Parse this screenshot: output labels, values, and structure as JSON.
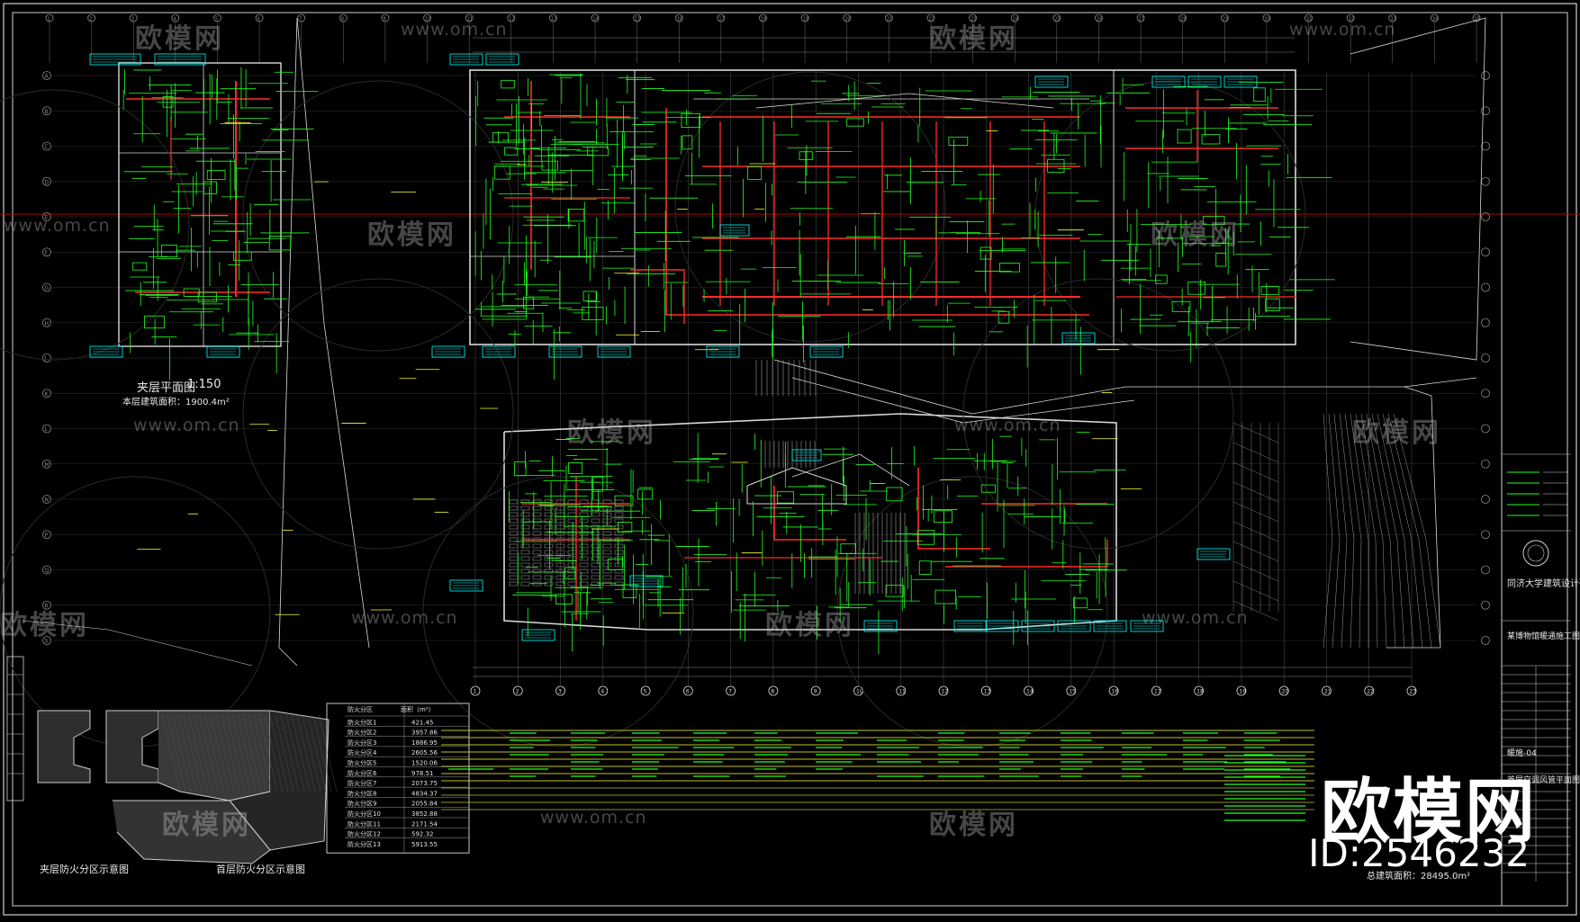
{
  "drawing": {
    "left_plan_title": "夹层平面图",
    "left_plan_scale": "1:150",
    "left_plan_note": "本层建筑面积：1900.4m²",
    "fire_zone_left_title": "夹层防火分区示意图",
    "fire_zone_right_title": "首层防火分区示意图",
    "area_total_note": "总建筑面积：28495.0m²",
    "zone_table": {
      "headers": [
        "防火分区",
        "面积（m²）"
      ],
      "rows": [
        [
          "防火分区1",
          "421.45"
        ],
        [
          "防火分区2",
          "3957.86"
        ],
        [
          "防火分区3",
          "1886.95"
        ],
        [
          "防火分区4",
          "2605.56"
        ],
        [
          "防火分区5",
          "1520.06"
        ],
        [
          "防火分区6",
          "978.51"
        ],
        [
          "防火分区7",
          "2073.75"
        ],
        [
          "防火分区8",
          "4834.37"
        ],
        [
          "防火分区9",
          "2055.84"
        ],
        [
          "防火分区10",
          "3852.88"
        ],
        [
          "防火分区11",
          "2171.54"
        ],
        [
          "防火分区12",
          "592.32"
        ],
        [
          "防火分区13",
          "5913.55"
        ]
      ]
    },
    "title_block": {
      "institute": "同济大学建筑设计研究院",
      "project": "某博物馆暖通施工图",
      "sheet_title": "首层空调风管平面图",
      "sheet_no": "暖施-04"
    },
    "grid_top": [
      "1",
      "2",
      "3",
      "4",
      "5",
      "6",
      "7",
      "8",
      "9",
      "10",
      "11",
      "12",
      "13",
      "14",
      "15",
      "16",
      "17",
      "18",
      "19",
      "20",
      "21",
      "22",
      "23",
      "24",
      "25",
      "26",
      "27",
      "28",
      "29",
      "30",
      "31",
      "32",
      "33",
      "34",
      "35"
    ],
    "grid_bottom": [
      "1",
      "2",
      "3",
      "4",
      "5",
      "6",
      "7",
      "8",
      "9",
      "10",
      "11",
      "12",
      "13",
      "14",
      "15",
      "16",
      "17",
      "18",
      "19",
      "20",
      "21",
      "22",
      "23"
    ],
    "grid_left": [
      "A",
      "B",
      "C",
      "D",
      "E",
      "F",
      "G",
      "H",
      "J",
      "K",
      "L",
      "M",
      "N",
      "P",
      "Q",
      "R",
      "S"
    ]
  },
  "watermark": {
    "brand_text": "欧模网",
    "url_text": "www.om.cn",
    "id_text": "ID:2546232"
  },
  "colors": {
    "background": "#000000",
    "duct_red": "#ff2a2a",
    "pipe_green": "#22ff22",
    "label_cyan": "#00ffff",
    "wall_white": "#d9d9d9",
    "grid_gray": "#8a8a8a",
    "text_yellow": "#ffff33"
  }
}
